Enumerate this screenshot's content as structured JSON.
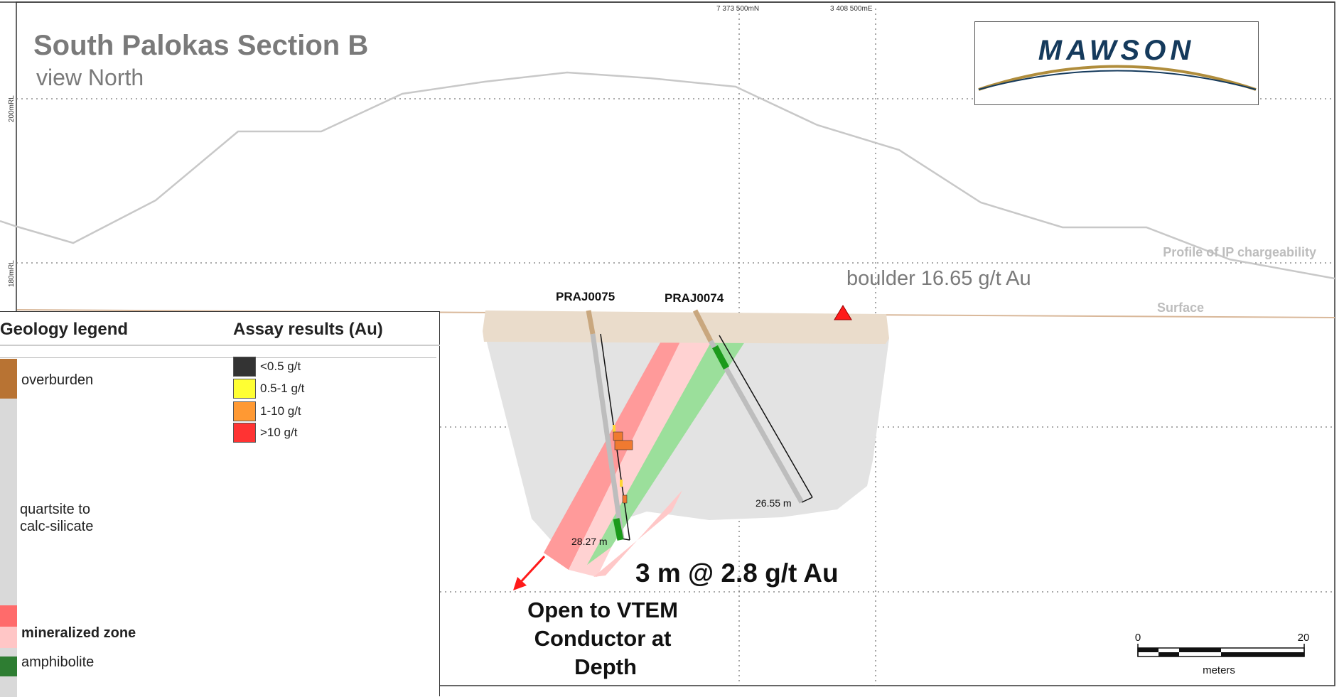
{
  "title": "South Palokas Section B",
  "subtitle": "view North",
  "grid_labels": {
    "northing": "7 373 500mN",
    "easting": "3 408 500mE",
    "rl_upper": "200mRL",
    "rl_lower": "180mRL"
  },
  "logo": {
    "text": "MAWSON"
  },
  "profile_label": "Profile of IP chargeability",
  "surface_label": "Surface",
  "boulder_label": "boulder 16.65 g/t Au",
  "holes": [
    {
      "name": "PRAJ0075",
      "depth_label": "28.27 m"
    },
    {
      "name": "PRAJ0074",
      "depth_label": "26.55 m"
    }
  ],
  "intercept": "3 m @ 2.8 g/t Au",
  "open_text": [
    "Open to VTEM",
    "Conductor at",
    "Depth"
  ],
  "scale": {
    "min": "0",
    "max": "20",
    "unit": "meters"
  },
  "legend": {
    "geology_title": "Geology legend",
    "assay_title": "Assay results (Au)",
    "geology": [
      {
        "label": "overburden",
        "color": "#b87333"
      },
      {
        "label": "quartsite to",
        "label2": "calc-silicate",
        "color": "#d9d9d9"
      },
      {
        "label": "mineralized zone",
        "color": "#ff6b6b",
        "color2": "#ffc6c6"
      },
      {
        "label": "amphibolite",
        "color": "#2e7d32"
      }
    ],
    "assay": [
      {
        "label": "<0.5 g/t",
        "color": "#333333"
      },
      {
        "label": "0.5-1 g/t",
        "color": "#ffff33"
      },
      {
        "label": "1-10 g/t",
        "color": "#ff9933"
      },
      {
        "label": ">10 g/t",
        "color": "#ff3333"
      }
    ]
  }
}
